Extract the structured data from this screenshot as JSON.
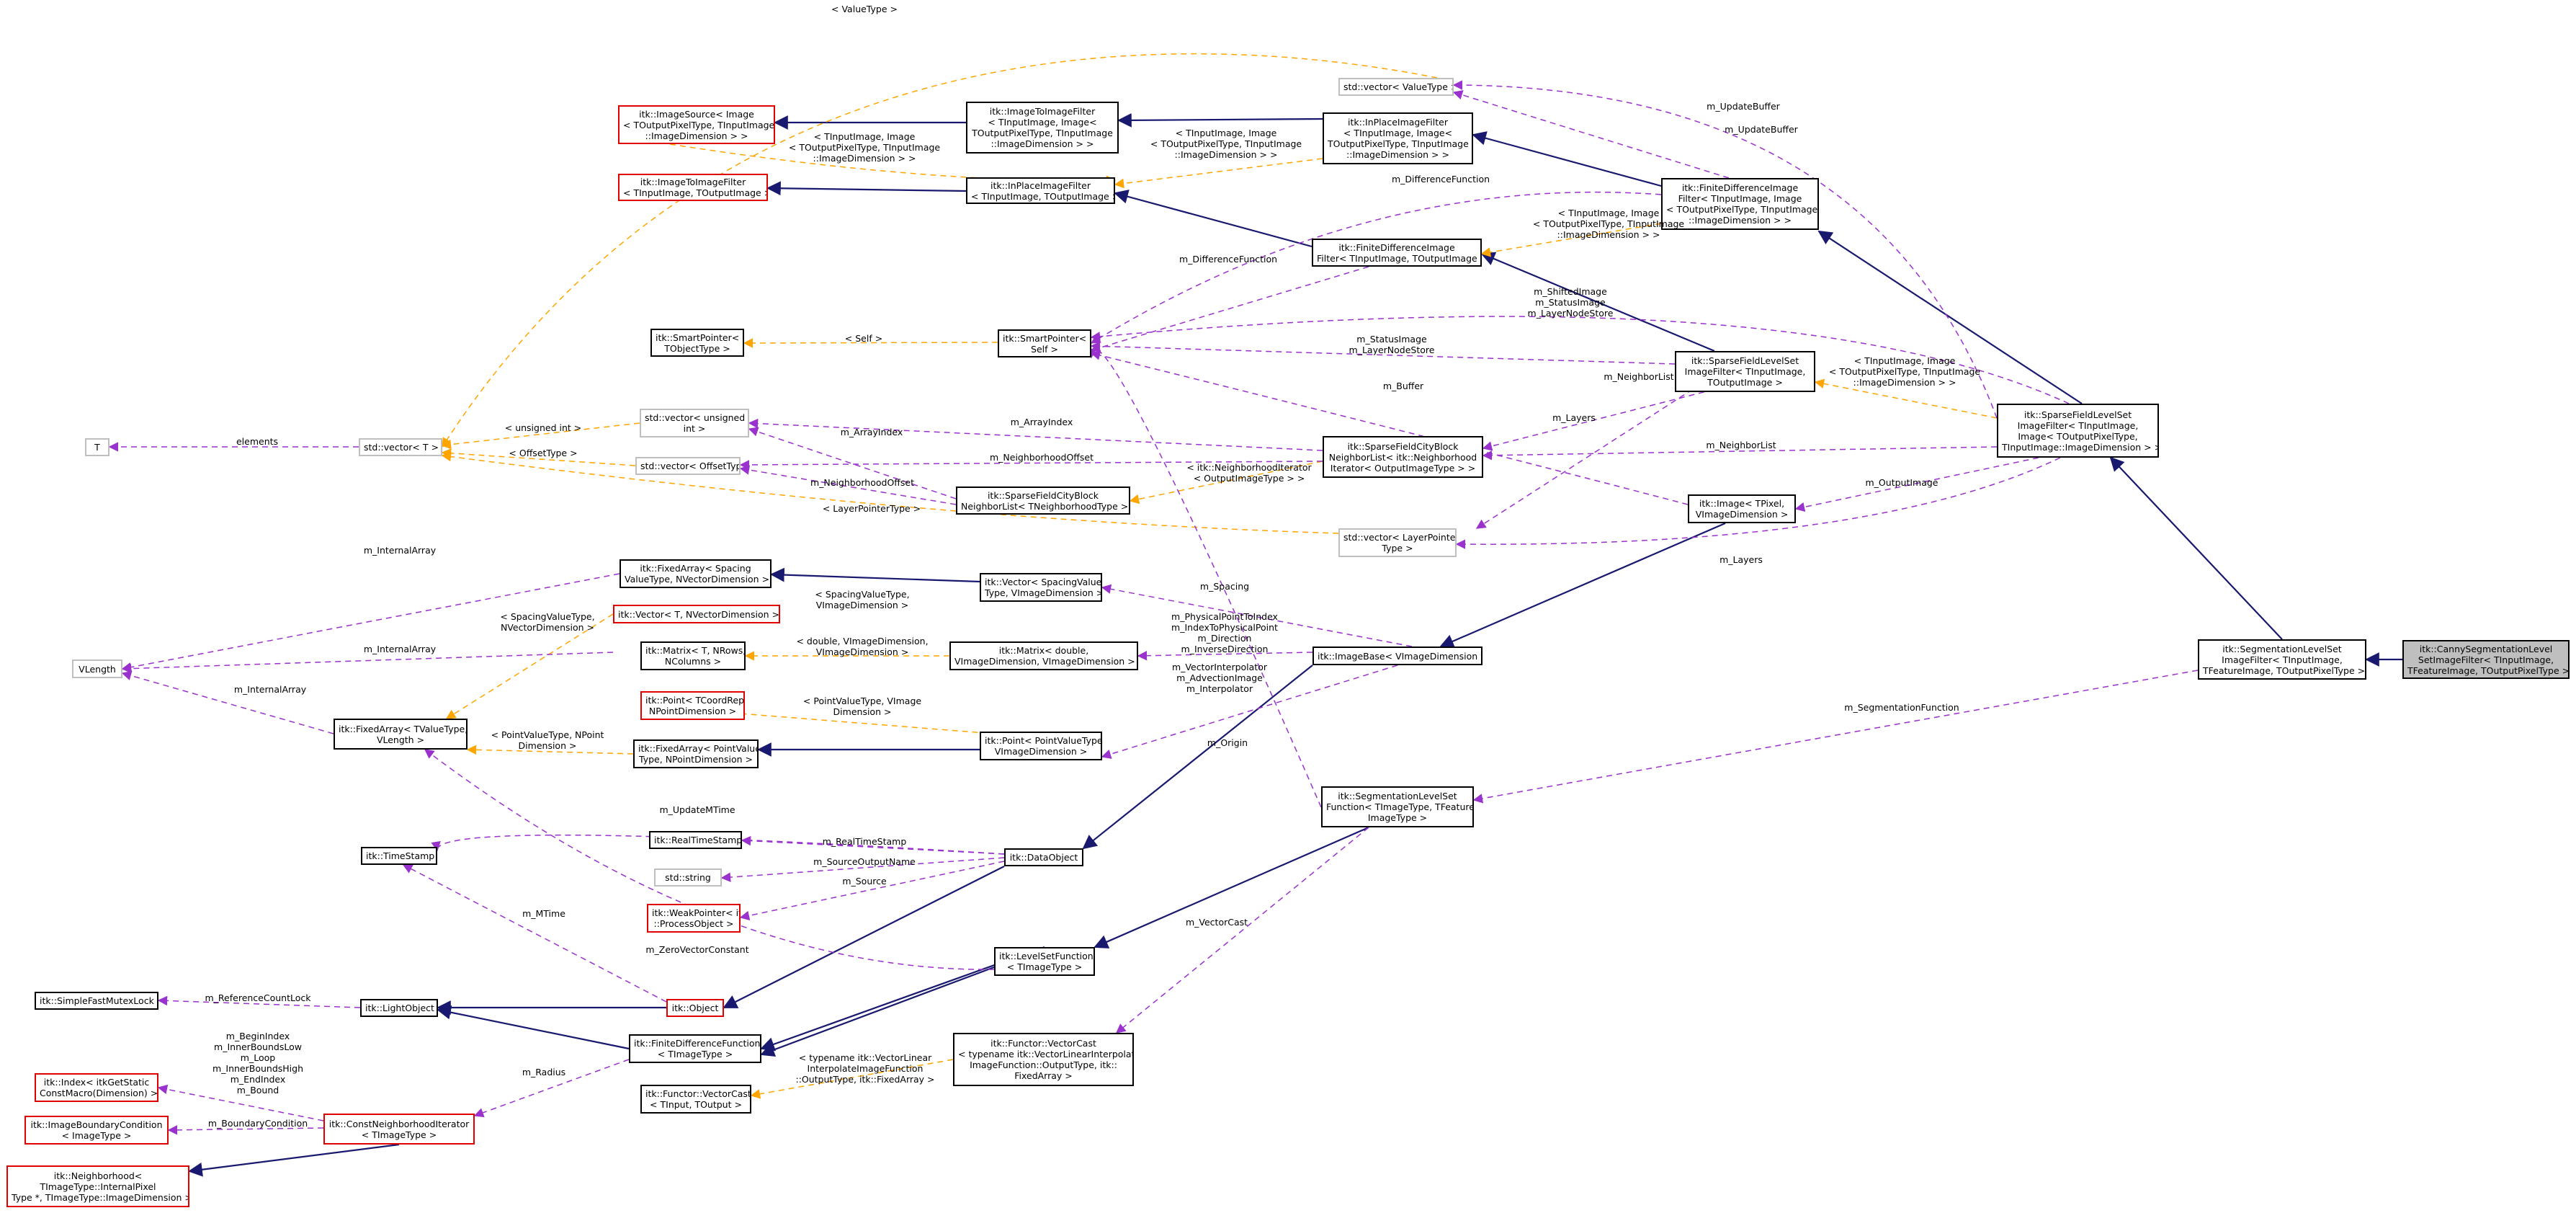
{
  "colors": {
    "inherit": "#191970",
    "usage": "#9a32cd",
    "template": "#ffa500",
    "redBorder": "#e00000",
    "grayBorder": "#bfbfbf",
    "focusFill": "#bfbfbf"
  },
  "nodes": {
    "canny": [
      "itk::CannySegmentationLevel",
      "SetImageFilter< TInputImage,",
      "TFeatureImage, TOutputPixelType >"
    ],
    "segLS": [
      "itk::SegmentationLevelSet",
      "ImageFilter< TInputImage,",
      "TFeatureImage, TOutputPixelType >"
    ],
    "sparseLS": [
      "itk::SparseFieldLevelSet",
      "ImageFilter< TInputImage,",
      "Image< TOutputPixelType,",
      "TInputImage::ImageDimension > >"
    ],
    "finDiffTop": [
      "itk::FiniteDifferenceImage",
      "Filter< TInputImage, Image",
      "< TOutputPixelType, TInputImage",
      "::ImageDimension > >"
    ],
    "inPlaceTop": [
      "itk::InPlaceImageFilter",
      "< TInputImage, Image<",
      "TOutputPixelType, TInputImage",
      "::ImageDimension > >"
    ],
    "imgToImgTop": [
      "itk::ImageToImageFilter",
      "< TInputImage, Image<",
      "TOutputPixelType, TInputImage",
      "::ImageDimension > >"
    ],
    "imgSource": [
      "itk::ImageSource< Image",
      "< TOutputPixelType, TInputImage",
      "::ImageDimension > >"
    ],
    "imgToImg2": [
      "itk::ImageToImageFilter",
      "< TInputImage, TOutputImage >"
    ],
    "inPlace2": [
      "itk::InPlaceImageFilter",
      "< TInputImage, TOutputImage >"
    ],
    "finDiff2": [
      "itk::FiniteDifferenceImage",
      "Filter< TInputImage, TOutputImage >"
    ],
    "vecValue": [
      "std::vector< ValueType >"
    ],
    "smartPtr": [
      "itk::SmartPointer<",
      "Self >"
    ],
    "smartPtrT": [
      "itk::SmartPointer<",
      "TObjectType >"
    ],
    "sparseLS2": [
      "itk::SparseFieldLevelSet",
      "ImageFilter< TInputImage,",
      "TOutputImage >"
    ],
    "vecT": [
      "std::vector< T >"
    ],
    "T": [
      "T"
    ],
    "vecUInt": [
      "std::vector< unsigned",
      "int >"
    ],
    "vecOffset": [
      "std::vector< OffsetType >"
    ],
    "sfcbNL": [
      "itk::SparseFieldCityBlock",
      "NeighborList< itk::Neighborhood",
      "Iterator< OutputImageType > >"
    ],
    "sfcbNL2": [
      "itk::SparseFieldCityBlock",
      "NeighborList< TNeighborhoodType >"
    ],
    "itkImage": [
      "itk::Image< TPixel,",
      "VImageDimension >"
    ],
    "vecLayer": [
      "std::vector< LayerPointer",
      "Type >"
    ],
    "fixedSpacing": [
      "itk::FixedArray< Spacing",
      "ValueType, NVectorDimension >"
    ],
    "vecSpacing": [
      "itk::Vector< SpacingValue",
      "Type, VImageDimension >"
    ],
    "vectorT": [
      "itk::Vector< T, NVectorDimension >"
    ],
    "vlength": [
      "VLength"
    ],
    "matrixD": [
      "itk::Matrix< double,",
      "VImageDimension, VImageDimension >"
    ],
    "matrixT": [
      "itk::Matrix< T, NRows,",
      "NColumns >"
    ],
    "imageBase": [
      "itk::ImageBase< VImageDimension >"
    ],
    "pointCoord": [
      "itk::Point< TCoordRep,",
      "NPointDimension >"
    ],
    "pointPV": [
      "itk::Point< PointValueType,",
      "VImageDimension >"
    ],
    "fixedTV": [
      "itk::FixedArray< TValueType,",
      "VLength >"
    ],
    "fixedPV": [
      "itk::FixedArray< PointValue",
      "Type, NPointDimension >"
    ],
    "segFunc": [
      "itk::SegmentationLevelSet",
      "Function< TImageType, TFeature",
      "ImageType >"
    ],
    "timeStamp": [
      "itk::TimeStamp"
    ],
    "realTS": [
      "itk::RealTimeStamp"
    ],
    "dataObject": [
      "itk::DataObject"
    ],
    "string": [
      "std::string"
    ],
    "weakPtr": [
      "itk::WeakPointer< itk",
      "::ProcessObject >"
    ],
    "lsFunc": [
      "itk::LevelSetFunction",
      "< TImageType >"
    ],
    "fastMutex": [
      "itk::SimpleFastMutexLock"
    ],
    "lightObj": [
      "itk::LightObject"
    ],
    "object": [
      "itk::Object"
    ],
    "finDiffFunc": [
      "itk::FiniteDifferenceFunction",
      "< TImageType >"
    ],
    "vecCastLin": [
      "itk::Functor::VectorCast",
      "< typename itk::VectorLinearInterpolate",
      "ImageFunction::OutputType, itk::",
      "FixedArray >"
    ],
    "vecCastT": [
      "itk::Functor::VectorCast",
      "< TInput, TOutput >"
    ],
    "index": [
      "itk::Index< itkGetStatic",
      "ConstMacro(Dimension) >"
    ],
    "boundary": [
      "itk::ImageBoundaryCondition",
      "< ImageType >"
    ],
    "cnIter": [
      "itk::ConstNeighborhoodIterator",
      "< TImageType >"
    ],
    "neighborhood": [
      "itk::Neighborhood<",
      "TImageType::InternalPixel",
      "Type *, TImageType::ImageDimension >"
    ]
  },
  "labels": {
    "valueType": [
      "< ValueType >"
    ],
    "updateBuffer1": [
      "m_UpdateBuffer"
    ],
    "updateBuffer2": [
      "m_UpdateBuffer"
    ],
    "tplImgSrc": [
      "< TInputImage, Image",
      "< TOutputPixelType, TInputImage",
      "::ImageDimension > >"
    ],
    "tplInPlace": [
      "< TInputImage, Image",
      "< TOutputPixelType, TInputImage",
      "::ImageDimension > >"
    ],
    "diffFunc1": [
      "m_DifferenceFunction"
    ],
    "tplFinDiff": [
      "< TInputImage, Image",
      "< TOutputPixelType, TInputImage",
      "::ImageDimension > >"
    ],
    "diffFunc2": [
      "m_DifferenceFunction"
    ],
    "shifted": [
      "m_ShiftedImage",
      "m_StatusImage",
      "m_LayerNodeStore"
    ],
    "status": [
      "m_StatusImage",
      "m_LayerNodeStore"
    ],
    "self": [
      "< Self >"
    ],
    "tplSparse": [
      "< TInputImage, Image",
      "< TOutputPixelType, TInputImage",
      "::ImageDimension > >"
    ],
    "nlist1": [
      "m_NeighborList"
    ],
    "buffer": [
      "m_Buffer"
    ],
    "unsignedInt": [
      "< unsigned int >"
    ],
    "elements": [
      "elements"
    ],
    "arrayIndex1": [
      "m_ArrayIndex"
    ],
    "arrayIndex2": [
      "m_ArrayIndex"
    ],
    "layers1": [
      "m_Layers"
    ],
    "nlist2": [
      "m_NeighborList"
    ],
    "offsetType": [
      "< OffsetType >"
    ],
    "neighOffset1": [
      "m_NeighborhoodOffset"
    ],
    "tplNIter": [
      "< itk::NeighborhoodIterator",
      "< OutputImageType > >"
    ],
    "outputImage": [
      "m_OutputImage"
    ],
    "neighOffset2": [
      "m_NeighborhoodOffset"
    ],
    "layerPtrType": [
      "< LayerPointerType >"
    ],
    "layers2": [
      "m_Layers"
    ],
    "internalArr1": [
      "m_InternalArray"
    ],
    "spacingNV": [
      "< SpacingValueType,",
      "NVectorDimension >"
    ],
    "spacingVI": [
      "< SpacingValueType,",
      "VImageDimension >"
    ],
    "spacing": [
      "m_Spacing"
    ],
    "internalArr2": [
      "m_InternalArray"
    ],
    "internalArr3": [
      "m_InternalArray"
    ],
    "doubleVI": [
      "< double, VImageDimension,",
      "VImageDimension >"
    ],
    "physical": [
      "m_PhysicalPointToIndex",
      "m_IndexToPhysicalPoint",
      "m_Direction",
      "m_InverseDirection"
    ],
    "interp": [
      "m_VectorInterpolator",
      "m_AdvectionImage",
      "m_Interpolator"
    ],
    "pointPVT": [
      "< PointValueType, NPoint",
      "Dimension >"
    ],
    "pointVI": [
      "< PointValueType, VImage",
      "Dimension >"
    ],
    "segFunction": [
      "m_SegmentationFunction"
    ],
    "origin": [
      "m_Origin"
    ],
    "updateMTime": [
      "m_UpdateMTime"
    ],
    "realTimeStamp": [
      "m_RealTimeStamp"
    ],
    "sourceOutName": [
      "m_SourceOutputName"
    ],
    "source": [
      "m_Source"
    ],
    "mtime": [
      "m_MTime"
    ],
    "zeroVec": [
      "m_ZeroVectorConstant"
    ],
    "vectorCast": [
      "m_VectorCast"
    ],
    "refCountLock": [
      "m_ReferenceCountLock"
    ],
    "iterIdx": [
      "m_BeginIndex",
      "m_InnerBoundsLow",
      "m_Loop",
      "m_InnerBoundsHigh",
      "m_EndIndex",
      "m_Bound"
    ],
    "radius": [
      "m_Radius"
    ],
    "tplVecCast": [
      "< typename itk::VectorLinear",
      "InterpolateImageFunction",
      "::OutputType, itk::FixedArray >"
    ],
    "boundCond": [
      "m_BoundaryCondition"
    ]
  }
}
